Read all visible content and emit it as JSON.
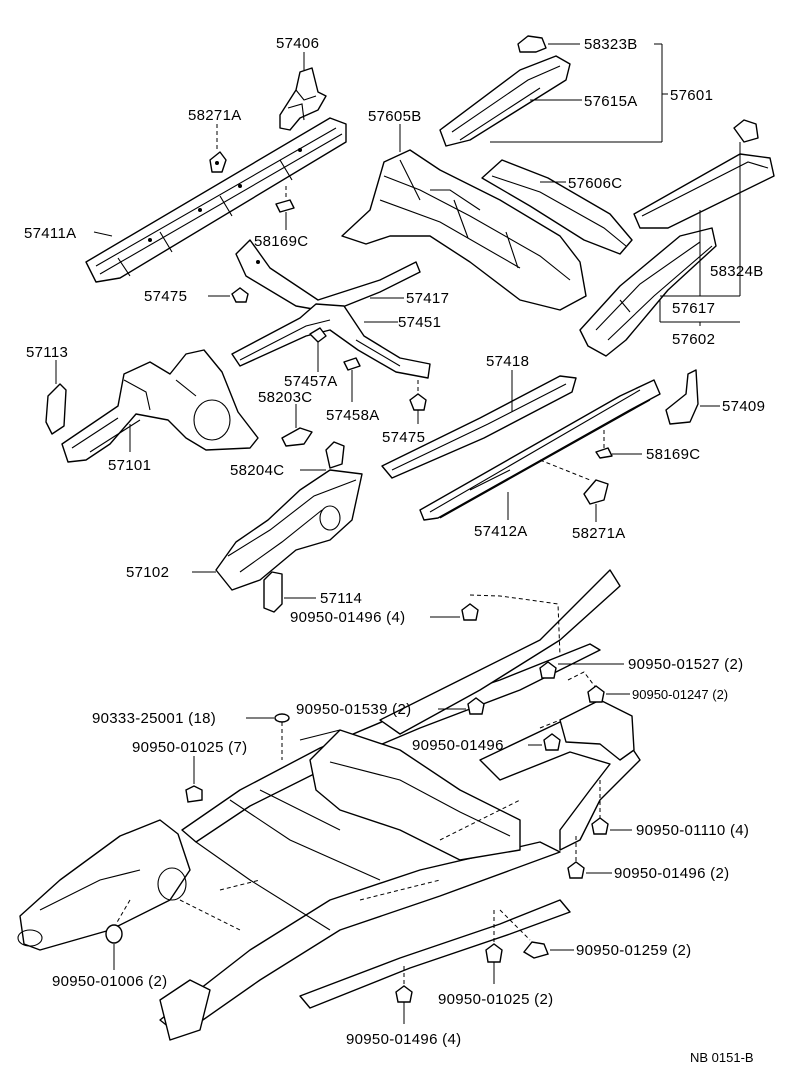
{
  "parts": {
    "p57406": "57406",
    "p58271A_top": "58271A",
    "p57411A": "57411A",
    "p58169C_top": "58169C",
    "p57475_a": "57475",
    "p57113": "57113",
    "p57101": "57101",
    "p58323B": "58323B",
    "p57615A": "57615A",
    "p57601": "57601",
    "p57605B": "57605B",
    "p57606C": "57606C",
    "p58324B": "58324B",
    "p57617": "57617",
    "p57602": "57602",
    "p57417": "57417",
    "p57451": "57451",
    "p57457A": "57457A",
    "p58203C": "58203C",
    "p57458A": "57458A",
    "p57475_b": "57475",
    "p58204C": "58204C",
    "p57418": "57418",
    "p57409": "57409",
    "p58169C_right": "58169C",
    "p57412A": "57412A",
    "p58271A_bottom": "58271A",
    "p57102": "57102",
    "p57114": "57114"
  },
  "fasteners": {
    "f1": "90950-01496 (4)",
    "f2": "90950-01527 (2)",
    "f3": "90950-01247 (2)",
    "f4": "90333-25001 (18)",
    "f5": "90950-01539 (2)",
    "f6": "90950-01025 (7)",
    "f7": "90950-01496",
    "f8": "90950-01110 (4)",
    "f9": "90950-01496 (2)",
    "f10": "90950-01259 (2)",
    "f11": "90950-01006 (2)",
    "f12": "90950-01025 (2)",
    "f13": "90950-01496 (4)"
  },
  "reference_code": "NB 0151-B"
}
